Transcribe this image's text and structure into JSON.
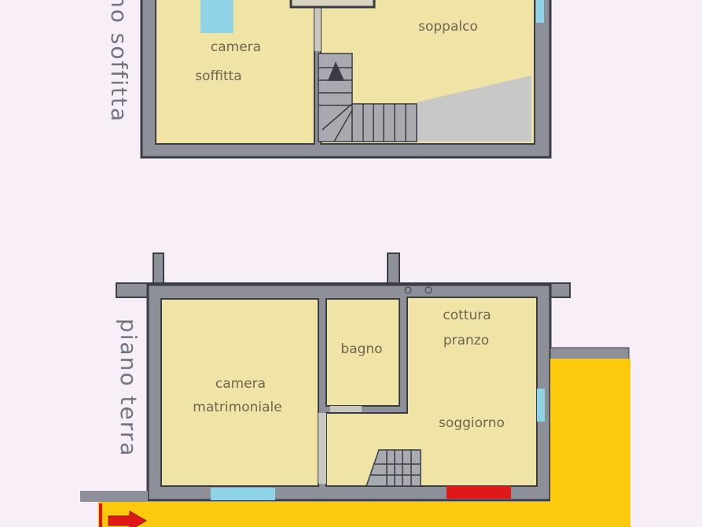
{
  "colors": {
    "background": "#f8eef8",
    "wall": "#8d9098",
    "wall_outline": "#3a3d44",
    "room_floor": "#efe4a6",
    "window": "#8fd3e6",
    "exterior_yard": "#fcc90c",
    "entrance_door": "#e01818",
    "arrow": "#e01818"
  },
  "upper_floor": {
    "title": "no soffitta",
    "rooms": [
      {
        "label_line1": "camera",
        "label_line2": "soffitta"
      },
      {
        "label_line1": "soppalco"
      }
    ]
  },
  "ground_floor": {
    "title": "piano terra",
    "rooms": [
      {
        "label_line1": "camera",
        "label_line2": "matrimoniale"
      },
      {
        "label_line1": "bagno"
      },
      {
        "label_line1": "cottura",
        "label_line2": "pranzo"
      },
      {
        "label_line1": "soggiorno"
      }
    ],
    "entrance_arrow_icon": "arrow-right-icon"
  }
}
